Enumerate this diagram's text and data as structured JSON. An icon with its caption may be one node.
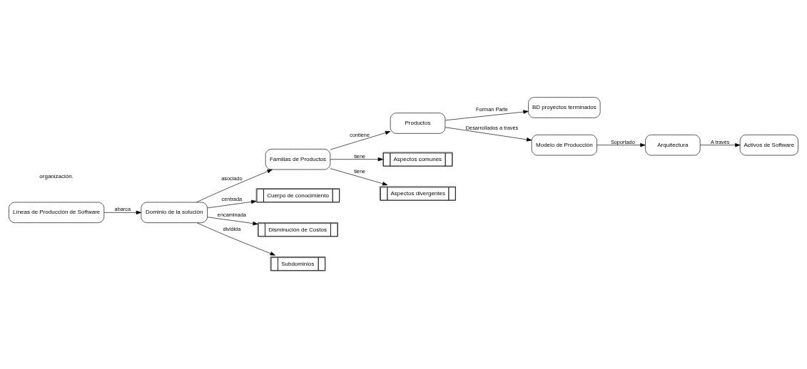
{
  "diagram": {
    "nodes": [
      {
        "text": [
          "Líneas de Producción de Software"
        ]
      },
      {
        "text": [
          "Dominio de la solución"
        ]
      },
      {
        "text": [
          "Familias de Productos"
        ]
      },
      {
        "text": [
          "Productos"
        ]
      },
      {
        "text": [
          "Aspectos comunes"
        ]
      },
      {
        "text": [
          "Aspectos divergentes"
        ]
      },
      {
        "text": [
          "Cuerpo de conocimiento"
        ]
      },
      {
        "text": [
          "Disminución de Costos"
        ]
      },
      {
        "text": [
          "Subdominios"
        ]
      },
      {
        "text": [
          "BD proyectos terminados"
        ]
      },
      {
        "text": [
          "Modelo de Producción"
        ]
      },
      {
        "text": [
          "Arquitectura"
        ]
      },
      {
        "text": [
          "Activos de Software"
        ]
      }
    ],
    "edges": [
      {
        "from": 0,
        "to": 1,
        "arrow": "to",
        "label": "abarca"
      },
      {
        "from": 1,
        "to": 2,
        "arrow": "to",
        "label": "asociado"
      },
      {
        "from": 2,
        "to": 3,
        "arrow": "to",
        "label": "contiene"
      },
      {
        "from": 2,
        "to": 4,
        "arrow": "to",
        "label": "tiene"
      },
      {
        "from": 2,
        "to": 5,
        "arrow": "to",
        "label": "tiene"
      },
      {
        "from": 1,
        "to": 6,
        "arrow": "to",
        "label": "centrada"
      },
      {
        "from": 1,
        "to": 7,
        "arrow": "to",
        "label": "encaminada"
      },
      {
        "from": 1,
        "to": 8,
        "arrow": "to",
        "label": "dividida"
      },
      {
        "from": 3,
        "to": 9,
        "arrow": "to",
        "label": "Forman Parte"
      },
      {
        "from": 3,
        "to": 10,
        "arrow": "to",
        "label": "Desarrollados a través"
      },
      {
        "from": 10,
        "to": 11,
        "arrow": "to",
        "label": "Soportado"
      },
      {
        "from": 11,
        "to": 12,
        "arrow": "to",
        "label": "A través"
      }
    ],
    "labels": [
      "organización."
    ]
  }
}
